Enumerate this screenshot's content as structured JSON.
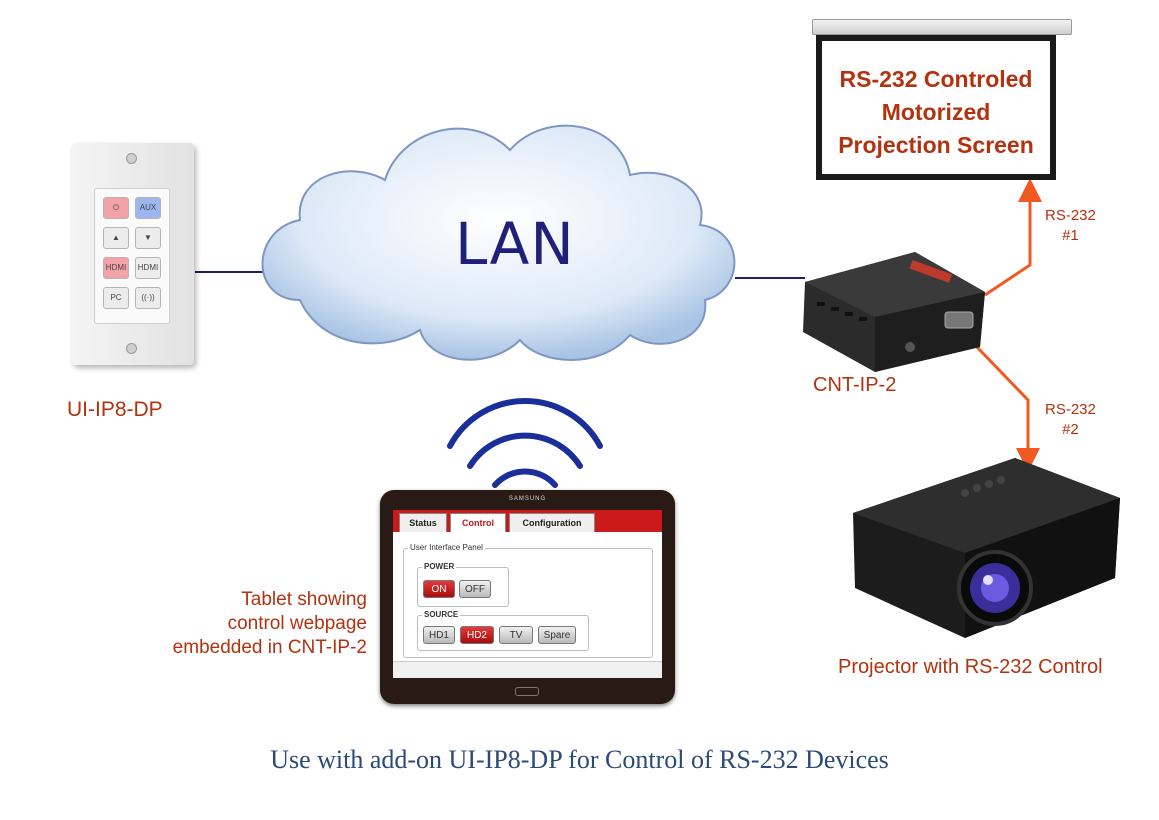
{
  "cloud_label": "LAN",
  "wall_plate": {
    "label": "UI-IP8-DP",
    "keys": [
      "⏻",
      "AUX",
      "▲",
      "▼",
      "HDMI",
      "HDMI",
      "PC",
      "((·))"
    ]
  },
  "cnt_device": {
    "label": "CNT-IP-2"
  },
  "projection_screen": {
    "text_lines": [
      "RS-232 Controled",
      "Motorized",
      "Projection Screen"
    ]
  },
  "rs232_link_1": {
    "line1": "RS-232",
    "line2": "#1"
  },
  "rs232_link_2": {
    "line1": "RS-232",
    "line2": "#2"
  },
  "projector": {
    "label": "Projector with RS-232 Control"
  },
  "tablet": {
    "label_lines": [
      "Tablet showing",
      "control webpage",
      "embedded in CNT-IP-2"
    ],
    "brand": "SAMSUNG",
    "tabs": [
      "Status",
      "Control",
      "Configuration"
    ],
    "active_tab": "Control",
    "panel_title": "User Interface Panel",
    "power": {
      "legend": "POWER",
      "on": "ON",
      "off": "OFF"
    },
    "source": {
      "legend": "SOURCE",
      "buttons": [
        "HD1",
        "HD2",
        "TV",
        "Spare"
      ],
      "selected": "HD2"
    }
  },
  "caption": "Use with add-on UI-IP8-DP for Control of RS-232 Devices",
  "colors": {
    "accent_red": "#b3320f",
    "link_orange": "#f05a22",
    "lan_text": "#20207a",
    "caption": "#2c4a77"
  }
}
